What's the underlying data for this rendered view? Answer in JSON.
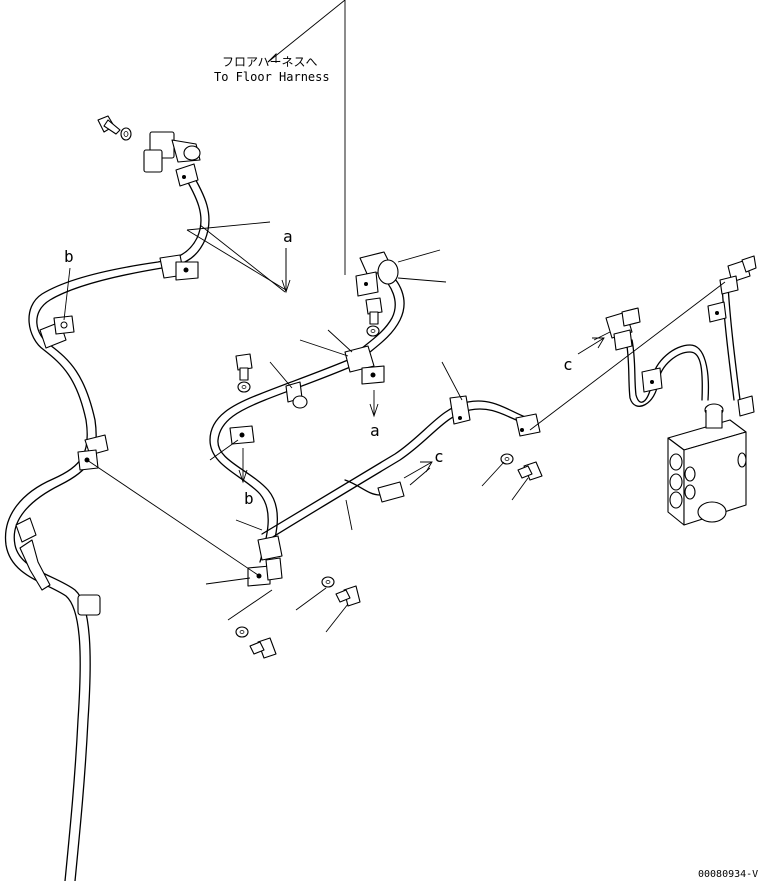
{
  "labels": {
    "floor_harness_jp": "フロアハーネスへ",
    "floor_harness_en": "To Floor Harness",
    "a": "a",
    "b": "b",
    "c": "c"
  },
  "drawing_code": "00080934-V"
}
